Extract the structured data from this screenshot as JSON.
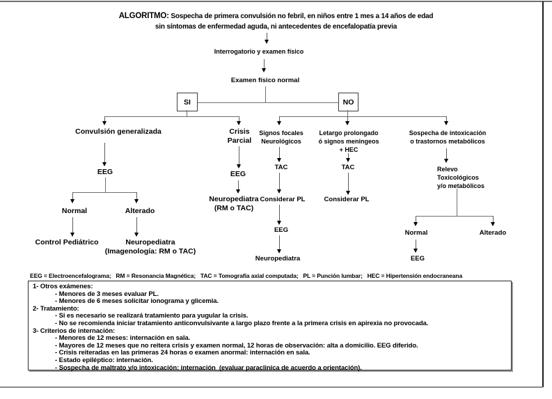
{
  "page": {
    "title_prefix": "ALGORITMO:",
    "title_rest": " Sospecha de primera convulsión no febril, en niños entre 1 mes a 14 años de edad\nsin síntomas de enfermedad aguda, ni antecedentes de encefalopatía previa"
  },
  "flowchart": {
    "nodes": {
      "interrogatorio": "Interrogatorio y examen físico",
      "examen_fisico_normal": "Examen físico normal",
      "si": "SI",
      "no": "NO",
      "convulsion_generalizada": "Convulsión generalizada",
      "crisis_parcial": "Crisis\nParcial",
      "signos_focales": "Signos focales\nNeurológicos",
      "letargo": "Letargo prolongado\nó signos meningeos\n+ HEC",
      "sospecha_intoxicacion": "Sospecha de intoxicación\no trastornos metabólicos",
      "eeg_izq": "EEG",
      "normal_izq": "Normal",
      "alterado_izq": "Alterado",
      "control_pediatrico": "Control Pediátrico",
      "neuropediatra_imagenologia": "Neuropediatra\n(Imagenología: RM o TAC)",
      "eeg_crisis": "EEG",
      "neuropediatra_rm_tac": "Neuropediatra\n(RM o TAC)",
      "tac_signos": "TAC",
      "considerar_pl_1": "Considerar PL",
      "eeg_signos": "EEG",
      "neuropediatra_signos": "Neuropediatra",
      "tac_letargo": "TAC",
      "considerar_pl_2": "Considerar PL",
      "relevo": "Relevo\nToxicológicos\ny/o metabólicos",
      "normal_der": "Normal",
      "alterado_der": "Alterado",
      "eeg_der": "EEG"
    }
  },
  "legend": "EEG = Electroencefalograma;   RM = Resonancia Magnética;   TAC = Tomografía axial computada;   PL = Punción lumbar;   HEC = Hipertensión endocraneana",
  "notes": {
    "sections": [
      {
        "heading": "1- Otros exámenes:",
        "items": [
          "- Menores de 3 meses evaluar PL.",
          "- Menores de 6 meses solicitar ionograma y glicemia."
        ]
      },
      {
        "heading": "2- Tratamiento:",
        "items": [
          "- Si es necesario se realizará tratamiento para yugular la crisis.",
          "- No se recomienda iniciar tratamiento anticonvulsivante a largo plazo frente a la primera crisis en apirexia no provocada."
        ]
      },
      {
        "heading": "3- Criterios de internación:",
        "items": [
          "- Menores de 12 meses: internación en sala.",
          "- Mayores de 12 meses que no reitera crisis y examen normal, 12 horas de observación: alta a domicilio. EEG diferido.",
          "- Crisis reiteradas en las primeras 24 horas o examen anormal: internación en sala.",
          "- Estado epiléptico: internación.",
          "- Sospecha de maltrato y/o intoxicación: internación  (evaluar paraclinica de acuerdo a orientación)."
        ]
      }
    ]
  },
  "colors": {
    "line": "#6f6f6f",
    "arrowhead": "#000000",
    "frame_right": "#1c1c1c",
    "frame_gray": "#8a8a8a"
  }
}
